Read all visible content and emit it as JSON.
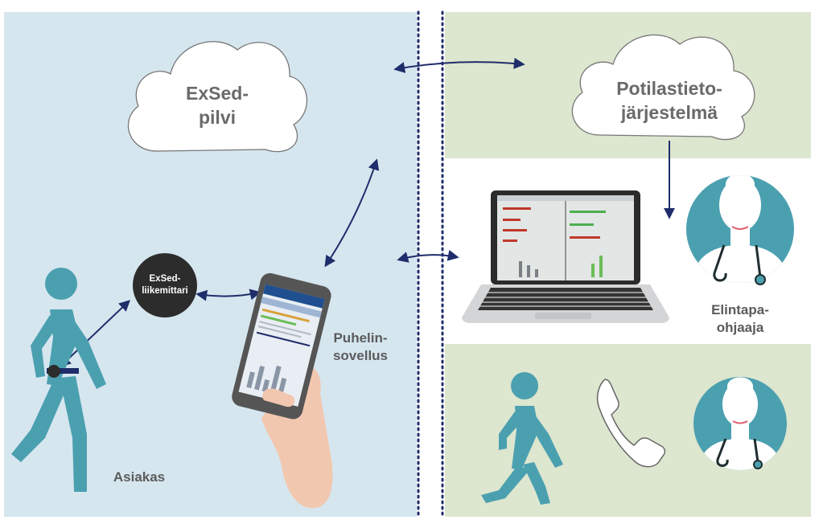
{
  "colors": {
    "left_panel": "#d6e6ef",
    "right_panel": "#dde6cf",
    "figure": "#4ba0b0",
    "arrow": "#1f2d6b",
    "divider": "#1f2d6b",
    "meter": "#2c2c2c",
    "skin": "#f2c7b0"
  },
  "cloud_left": {
    "line1": "ExSed-",
    "line2": "pilvi"
  },
  "cloud_right": {
    "line1": "Potilastieto-",
    "line2": "järjestelmä"
  },
  "meter": {
    "line1": "ExSed-",
    "line2": "liikemittari"
  },
  "phone_label": {
    "line1": "Puhelin-",
    "line2": "sovellus"
  },
  "client_label": "Asiakas",
  "coach_label": {
    "line1": "Elintapa-",
    "line2": "ohjaaja"
  },
  "icons": [
    "cloud-icon",
    "walking-person-icon",
    "smartphone-icon",
    "hand-icon",
    "laptop-icon",
    "doctor-icon",
    "phone-handset-icon",
    "stethoscope-icon"
  ]
}
